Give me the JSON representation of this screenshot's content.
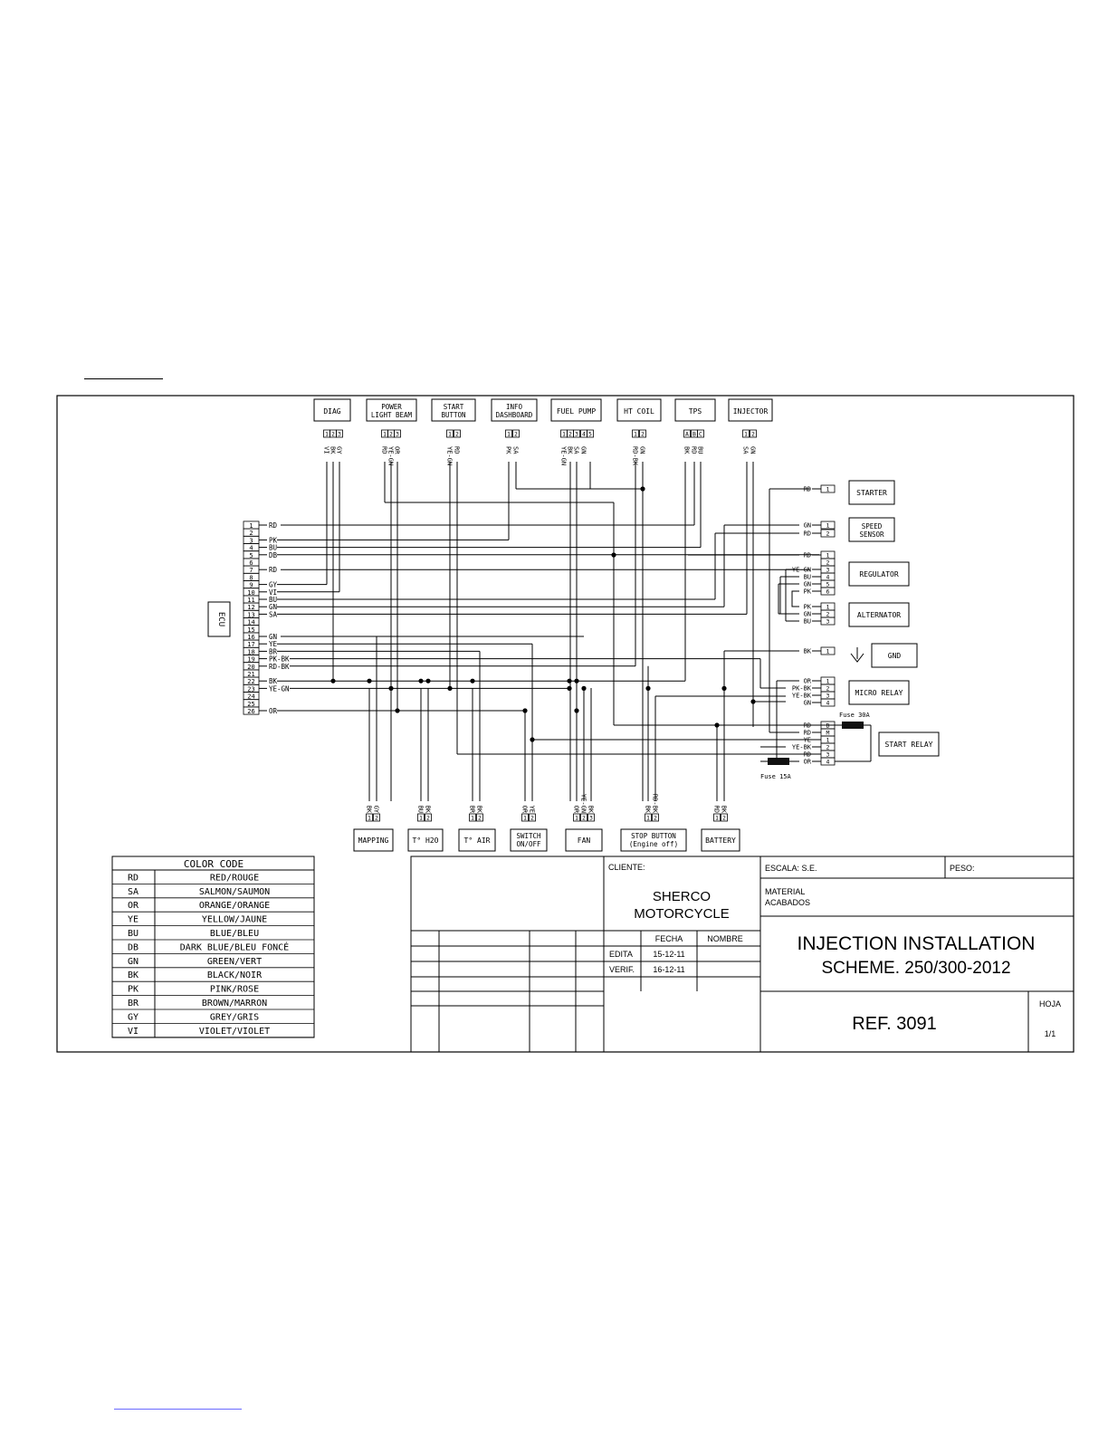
{
  "ecu": {
    "label": "ECU",
    "pins": [
      "1",
      "2",
      "3",
      "4",
      "5",
      "6",
      "7",
      "8",
      "9",
      "10",
      "11",
      "12",
      "13",
      "14",
      "15",
      "16",
      "17",
      "18",
      "19",
      "20",
      "21",
      "22",
      "23",
      "24",
      "25",
      "26"
    ],
    "wire_labels": [
      {
        "pin": 1,
        "text": "RD"
      },
      {
        "pin": 3,
        "text": "PK"
      },
      {
        "pin": 4,
        "text": "BU"
      },
      {
        "pin": 5,
        "text": "DB"
      },
      {
        "pin": 7,
        "text": "RD"
      },
      {
        "pin": 9,
        "text": "GY"
      },
      {
        "pin": 10,
        "text": "VI"
      },
      {
        "pin": 11,
        "text": "BU"
      },
      {
        "pin": 12,
        "text": "GN"
      },
      {
        "pin": 13,
        "text": "SA"
      },
      {
        "pin": 16,
        "text": "GN"
      },
      {
        "pin": 17,
        "text": "YE"
      },
      {
        "pin": 18,
        "text": "BR"
      },
      {
        "pin": 19,
        "text": "PK-BK"
      },
      {
        "pin": 20,
        "text": "RD-BK"
      },
      {
        "pin": 22,
        "text": "BK"
      },
      {
        "pin": 23,
        "text": "YE-GN"
      },
      {
        "pin": 26,
        "text": "OR"
      }
    ]
  },
  "top_components": [
    {
      "id": "diag",
      "label": [
        "DIAG"
      ],
      "pins": [
        "1",
        "2",
        "3"
      ],
      "wires": [
        "VI",
        "BK",
        "GY"
      ]
    },
    {
      "id": "power-light-beam",
      "label": [
        "POWER",
        "LIGHT BEAM"
      ],
      "pins": [
        "1",
        "2",
        "3"
      ],
      "wires": [
        "RD",
        "YE-GN",
        "OR"
      ]
    },
    {
      "id": "start-button",
      "label": [
        "START",
        "BUTTON"
      ],
      "pins": [
        "1",
        "2"
      ],
      "wires": [
        "YE-GN",
        "RD"
      ]
    },
    {
      "id": "info-dashboard",
      "label": [
        "INFO",
        "DASHBOARD"
      ],
      "pins": [
        "1",
        "2"
      ],
      "wires": [
        "PK",
        "SA"
      ]
    },
    {
      "id": "fuel-pump",
      "label": [
        "FUEL PUMP"
      ],
      "pins": [
        "1",
        "2",
        "3",
        "4",
        "5"
      ],
      "wires": [
        "YE-GN",
        "BK",
        "SA",
        "GN"
      ]
    },
    {
      "id": "ht-coil",
      "label": [
        "HT COIL"
      ],
      "pins": [
        "1",
        "2"
      ],
      "wires": [
        "RD-BK",
        "GN"
      ]
    },
    {
      "id": "tps",
      "label": [
        "TPS"
      ],
      "pins": [
        "A",
        "B",
        "C"
      ],
      "wires": [
        "BK",
        "RD",
        "BU"
      ]
    },
    {
      "id": "injector",
      "label": [
        "INJECTOR"
      ],
      "pins": [
        "1",
        "2"
      ],
      "wires": [
        "SA",
        "GN"
      ]
    }
  ],
  "bottom_components": [
    {
      "id": "mapping",
      "label": [
        "MAPPING"
      ],
      "pins": [
        "1",
        "2"
      ],
      "wires": [
        "BK",
        "GY"
      ]
    },
    {
      "id": "t-h2o",
      "label": [
        "T° H2O"
      ],
      "pins": [
        "1",
        "2"
      ],
      "wires": [
        "BU",
        "BK"
      ]
    },
    {
      "id": "t-air",
      "label": [
        "T° AIR"
      ],
      "pins": [
        "1",
        "2"
      ],
      "wires": [
        "BR",
        "BK"
      ]
    },
    {
      "id": "switch-on-off",
      "label": [
        "SWITCH",
        "ON/OFF"
      ],
      "pins": [
        "1",
        "2"
      ],
      "wires": [
        "OR",
        "YE"
      ]
    },
    {
      "id": "fan",
      "label": [
        "FAN"
      ],
      "pins": [
        "1",
        "2",
        "3"
      ],
      "wires": [
        "OR",
        "YE-GN",
        "BK"
      ]
    },
    {
      "id": "stop-button",
      "label": [
        "STOP BUTTON",
        "(Engine off)"
      ],
      "pins": [
        "1",
        "2"
      ],
      "wires": [
        "BK",
        "RD-BK"
      ]
    },
    {
      "id": "battery",
      "label": [
        "BATTERY"
      ],
      "pins": [
        "1",
        "2"
      ],
      "wires": [
        "RD",
        "BK"
      ]
    }
  ],
  "right_components": [
    {
      "id": "starter",
      "label": [
        "STARTER"
      ],
      "pins": [
        "1"
      ],
      "wires": [
        "RD"
      ]
    },
    {
      "id": "speed-sensor",
      "label": [
        "SPEED",
        "SENSOR"
      ],
      "pins": [
        "1",
        "2"
      ],
      "wires": [
        "GN",
        "RD"
      ]
    },
    {
      "id": "regulator",
      "label": [
        "REGULATOR"
      ],
      "pins": [
        "1",
        "2",
        "3",
        "4",
        "5",
        "6"
      ],
      "wires": [
        "RD",
        "",
        "YE-GN",
        "BU",
        "GN",
        "PK"
      ]
    },
    {
      "id": "alternator",
      "label": [
        "ALTERNATOR"
      ],
      "pins": [
        "1",
        "2",
        "3"
      ],
      "wires": [
        "PK",
        "GN",
        "BU"
      ]
    },
    {
      "id": "gnd",
      "label": [
        "GND"
      ],
      "pins": [
        "1"
      ],
      "wires": [
        "BK"
      ]
    },
    {
      "id": "micro-relay",
      "label": [
        "MICRO RELAY"
      ],
      "pins": [
        "1",
        "2",
        "3",
        "4"
      ],
      "wires": [
        "OR",
        "PK-BK",
        "YE-BK",
        "GN"
      ]
    },
    {
      "id": "start-relay",
      "label": [
        "START RELAY"
      ],
      "pins": [
        "B",
        "M",
        "1",
        "2",
        "3",
        "4"
      ],
      "wires": [
        "RD",
        "RD",
        "YE",
        "YE-BK",
        "RD",
        "OR"
      ]
    }
  ],
  "fuses": [
    "Fuse 30A",
    "Fuse 15A"
  ],
  "color_code": {
    "title": "COLOR CODE",
    "rows": [
      {
        "code": "RD",
        "name": "RED/ROUGE"
      },
      {
        "code": "SA",
        "name": "SALMON/SAUMON"
      },
      {
        "code": "OR",
        "name": "ORANGE/ORANGE"
      },
      {
        "code": "YE",
        "name": "YELLOW/JAUNE"
      },
      {
        "code": "BU",
        "name": "BLUE/BLEU"
      },
      {
        "code": "DB",
        "name": "DARK BLUE/BLEU FONCÉ"
      },
      {
        "code": "GN",
        "name": "GREEN/VERT"
      },
      {
        "code": "BK",
        "name": "BLACK/NOIR"
      },
      {
        "code": "PK",
        "name": "PINK/ROSE"
      },
      {
        "code": "BR",
        "name": "BROWN/MARRON"
      },
      {
        "code": "GY",
        "name": "GREY/GRIS"
      },
      {
        "code": "VI",
        "name": "VIOLET/VIOLET"
      }
    ]
  },
  "title_block": {
    "cliente_label": "CLIENTE:",
    "client_line1": "SHERCO",
    "client_line2": "MOTORCYCLE",
    "escala": "ESCALA: S.E.",
    "peso": "PESO:",
    "material": "MATERIAL",
    "acabados": "ACABADOS",
    "fecha_header": "FECHA",
    "nombre_header": "NOMBRE",
    "edita_label": "EDITA",
    "edita_date": "15-12-11",
    "verif_label": "VERIF.",
    "verif_date": "16-12-11",
    "title_line1": "INJECTION INSTALLATION",
    "title_line2": "SCHEME. 250/300-2012",
    "ref": "REF. 3091",
    "hoja_label": "HOJA",
    "hoja_value": "1/1"
  }
}
